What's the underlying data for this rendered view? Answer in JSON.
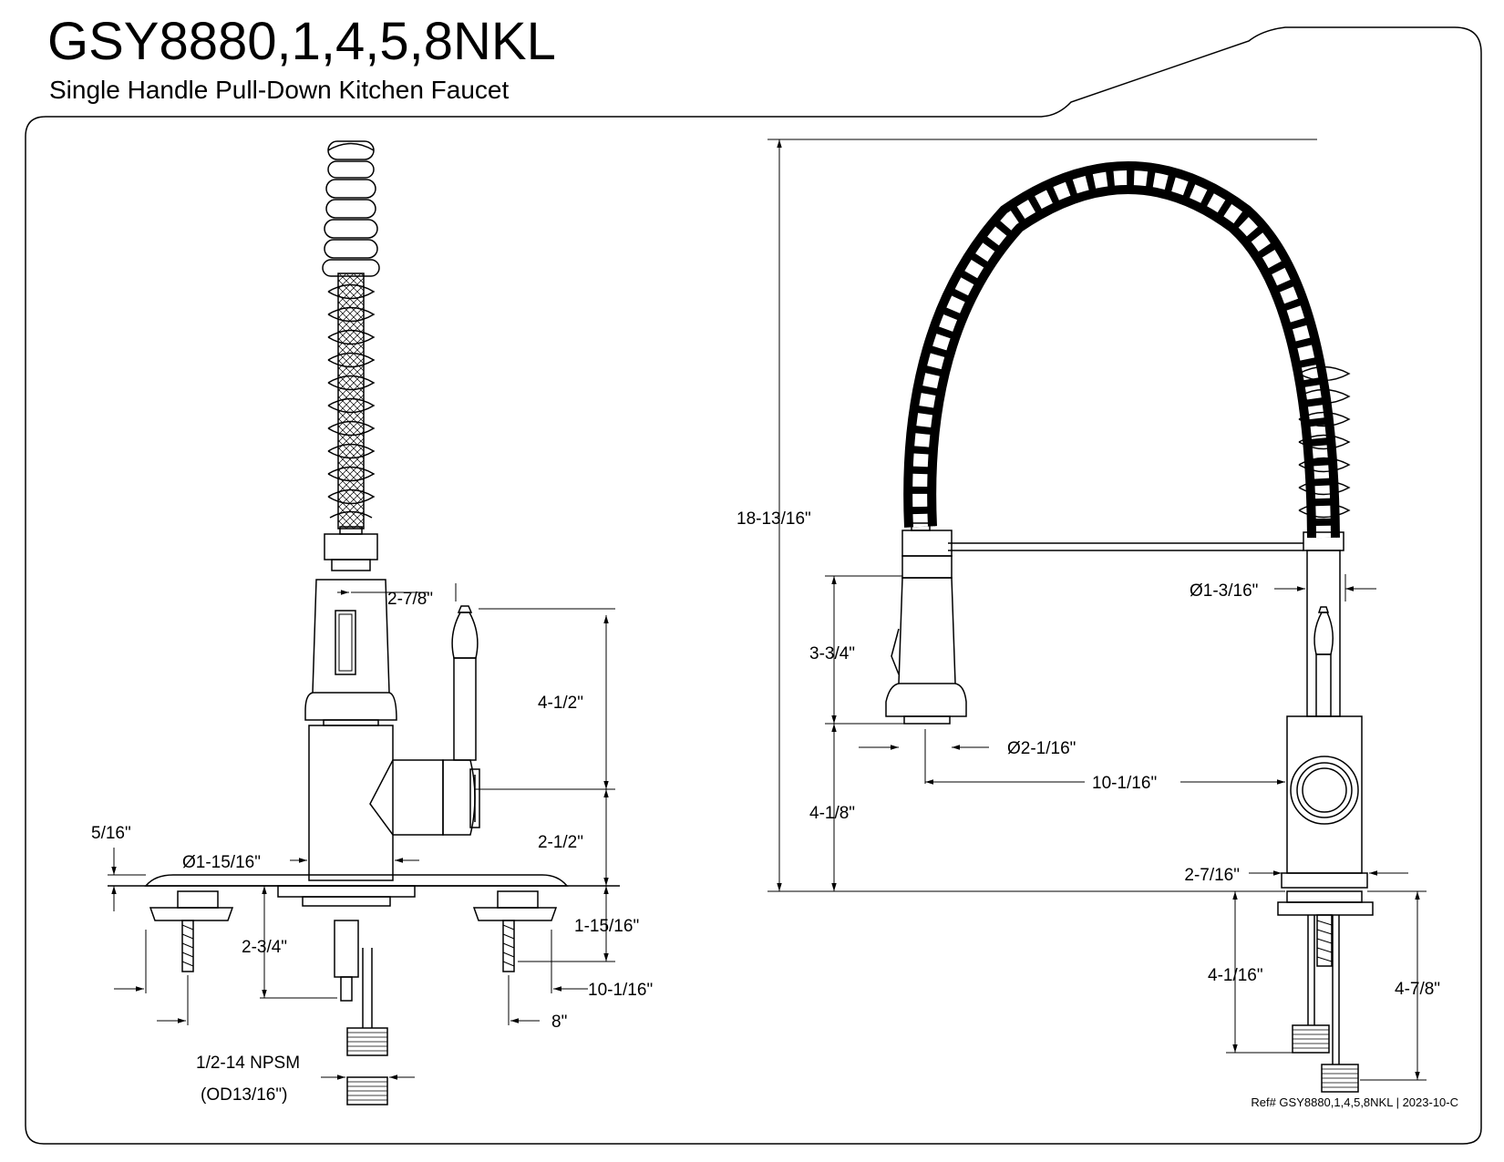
{
  "header": {
    "model": "GSY8880,1,4,5,8NKL",
    "subtitle": "Single Handle Pull-Down Kitchen Faucet"
  },
  "front_view": {
    "dim_spout_offset": "2-7/8\"",
    "dim_handle_height": "4-1/2\"",
    "dim_base_to_handle": "2-1/2\"",
    "dim_plate_thickness": "5/16\"",
    "dim_body_diameter": "Ø1-15/16\"",
    "dim_shank_length": "2-3/4\"",
    "dim_side_shank": "1-15/16\"",
    "dim_plate_width": "10-1/16\"",
    "dim_hole_spacing": "8\"",
    "connector_thread": "1/2-14 NPSM",
    "connector_od": "(OD13/16\")"
  },
  "side_view": {
    "dim_overall_height": "18-13/16\"",
    "dim_column_diameter": "Ø1-3/16\"",
    "dim_sprayer_height": "3-3/4\"",
    "dim_sprayer_diameter": "Ø2-1/16\"",
    "dim_spout_reach": "10-1/16\"",
    "dim_spout_clearance": "4-1/8\"",
    "dim_base_diameter": "2-7/16\"",
    "dim_shank_length": "4-1/16\"",
    "dim_supply_length": "4-7/8\""
  },
  "footer": {
    "reference": "Ref# GSY8880,1,4,5,8NKL | 2023-10-C"
  }
}
